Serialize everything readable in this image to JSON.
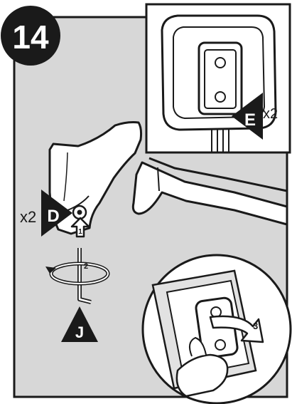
{
  "step": {
    "number": "14"
  },
  "callouts": {
    "part_d": {
      "letter": "D",
      "qty": "x2"
    },
    "part_e": {
      "letter": "E",
      "qty": "x2"
    },
    "tool_j": {
      "letter": "J"
    }
  },
  "arrows": {
    "step_1": "1",
    "step_2": "2",
    "step_3": "3"
  },
  "colors": {
    "panel": "#d7d7d7",
    "outline": "#1a1a1a",
    "badge": "#1a1a1a",
    "part_fill": "#ffffff"
  }
}
